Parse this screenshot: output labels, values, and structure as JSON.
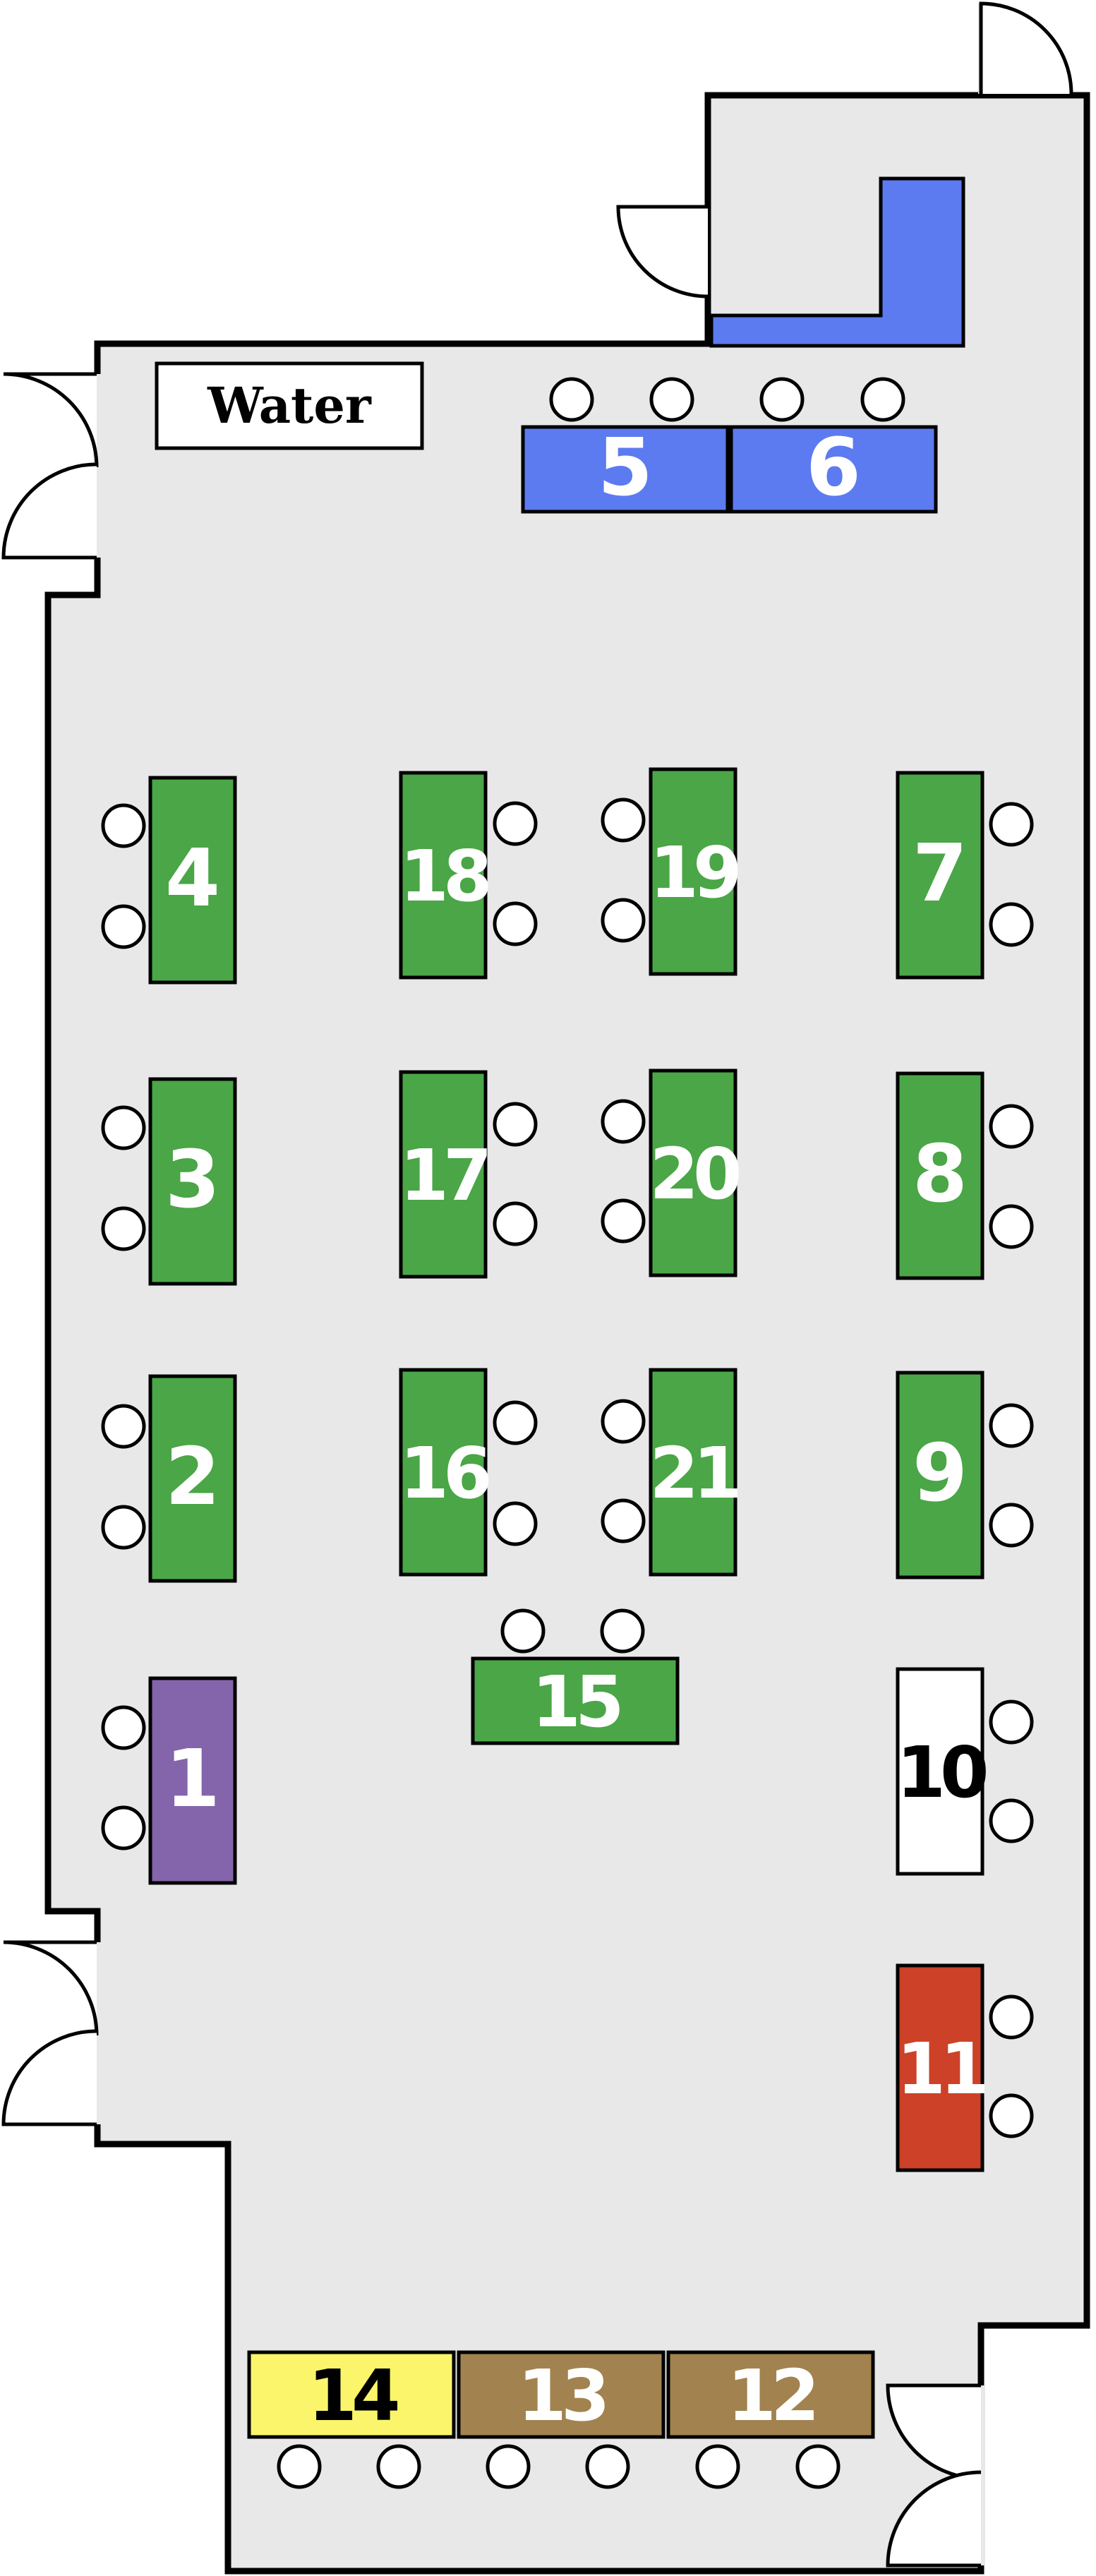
{
  "colors": {
    "floor": "#e8e8e8",
    "wall": "#000000",
    "green": "#4aa646",
    "blue": "#5c7bf0",
    "purple": "#8464ab",
    "white": "#ffffff",
    "red": "#cc4127",
    "yellow": "#faf56a",
    "brown": "#a2824f"
  },
  "water": {
    "label": "Water"
  },
  "tables": [
    {
      "id": "table-1",
      "number": "1",
      "color": "purple"
    },
    {
      "id": "table-2",
      "number": "2",
      "color": "green"
    },
    {
      "id": "table-3",
      "number": "3",
      "color": "green"
    },
    {
      "id": "table-4",
      "number": "4",
      "color": "green"
    },
    {
      "id": "table-5",
      "number": "5",
      "color": "blue"
    },
    {
      "id": "table-6",
      "number": "6",
      "color": "blue"
    },
    {
      "id": "table-7",
      "number": "7",
      "color": "green"
    },
    {
      "id": "table-8",
      "number": "8",
      "color": "green"
    },
    {
      "id": "table-9",
      "number": "9",
      "color": "green"
    },
    {
      "id": "table-10",
      "number": "10",
      "color": "white"
    },
    {
      "id": "table-11",
      "number": "11",
      "color": "red"
    },
    {
      "id": "table-12",
      "number": "12",
      "color": "brown"
    },
    {
      "id": "table-13",
      "number": "13",
      "color": "brown"
    },
    {
      "id": "table-14",
      "number": "14",
      "color": "yellow"
    },
    {
      "id": "table-15",
      "number": "15",
      "color": "green"
    },
    {
      "id": "table-16",
      "number": "16",
      "color": "green"
    },
    {
      "id": "table-17",
      "number": "17",
      "color": "green"
    },
    {
      "id": "table-18",
      "number": "18",
      "color": "green"
    },
    {
      "id": "table-19",
      "number": "19",
      "color": "green"
    },
    {
      "id": "table-20",
      "number": "20",
      "color": "green"
    },
    {
      "id": "table-21",
      "number": "21",
      "color": "green"
    }
  ]
}
